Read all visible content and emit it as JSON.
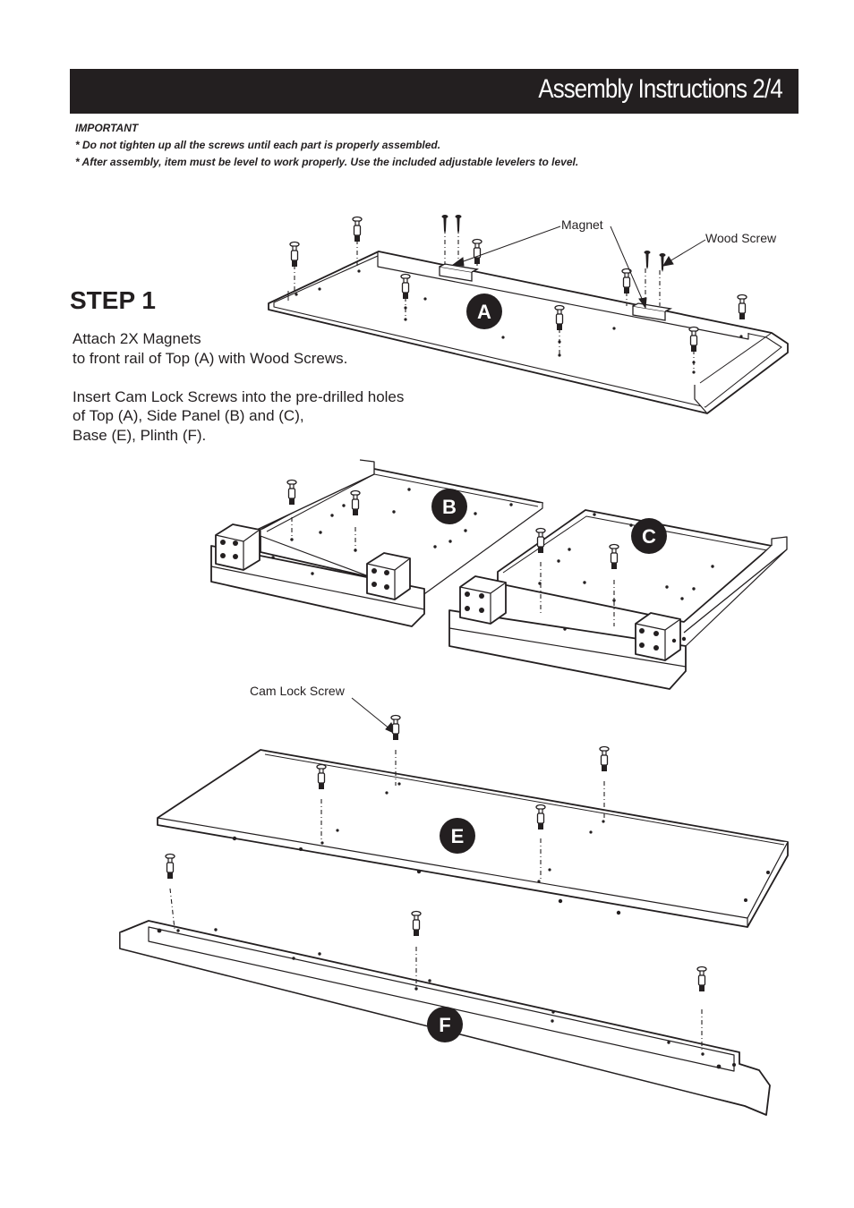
{
  "header": {
    "title": "Assembly Instructions 2/4"
  },
  "notes": {
    "heading": "IMPORTANT",
    "line1": "* Do not tighten up all the screws until each part is properly assembled.",
    "line2": "* After assembly, item must be level to work properly. Use the included adjustable levelers to level."
  },
  "step": {
    "title": "STEP 1",
    "para1_line1": "Attach 2X Magnets",
    "para1_line2": "to front rail of Top (A) with Wood Screws.",
    "para2_line1": "Insert Cam Lock Screws into the pre-drilled holes",
    "para2_line2": "of Top (A), Side Panel (B) and (C),",
    "para2_line3": "Base (E), Plinth (F)."
  },
  "callouts": {
    "magnet": "Magnet",
    "wood_screw": "Wood Screw",
    "cam_lock_screw": "Cam Lock Screw"
  },
  "parts": {
    "a": "A",
    "b": "B",
    "c": "C",
    "e": "E",
    "f": "F"
  },
  "colors": {
    "ink": "#231f20",
    "paper": "#ffffff"
  }
}
